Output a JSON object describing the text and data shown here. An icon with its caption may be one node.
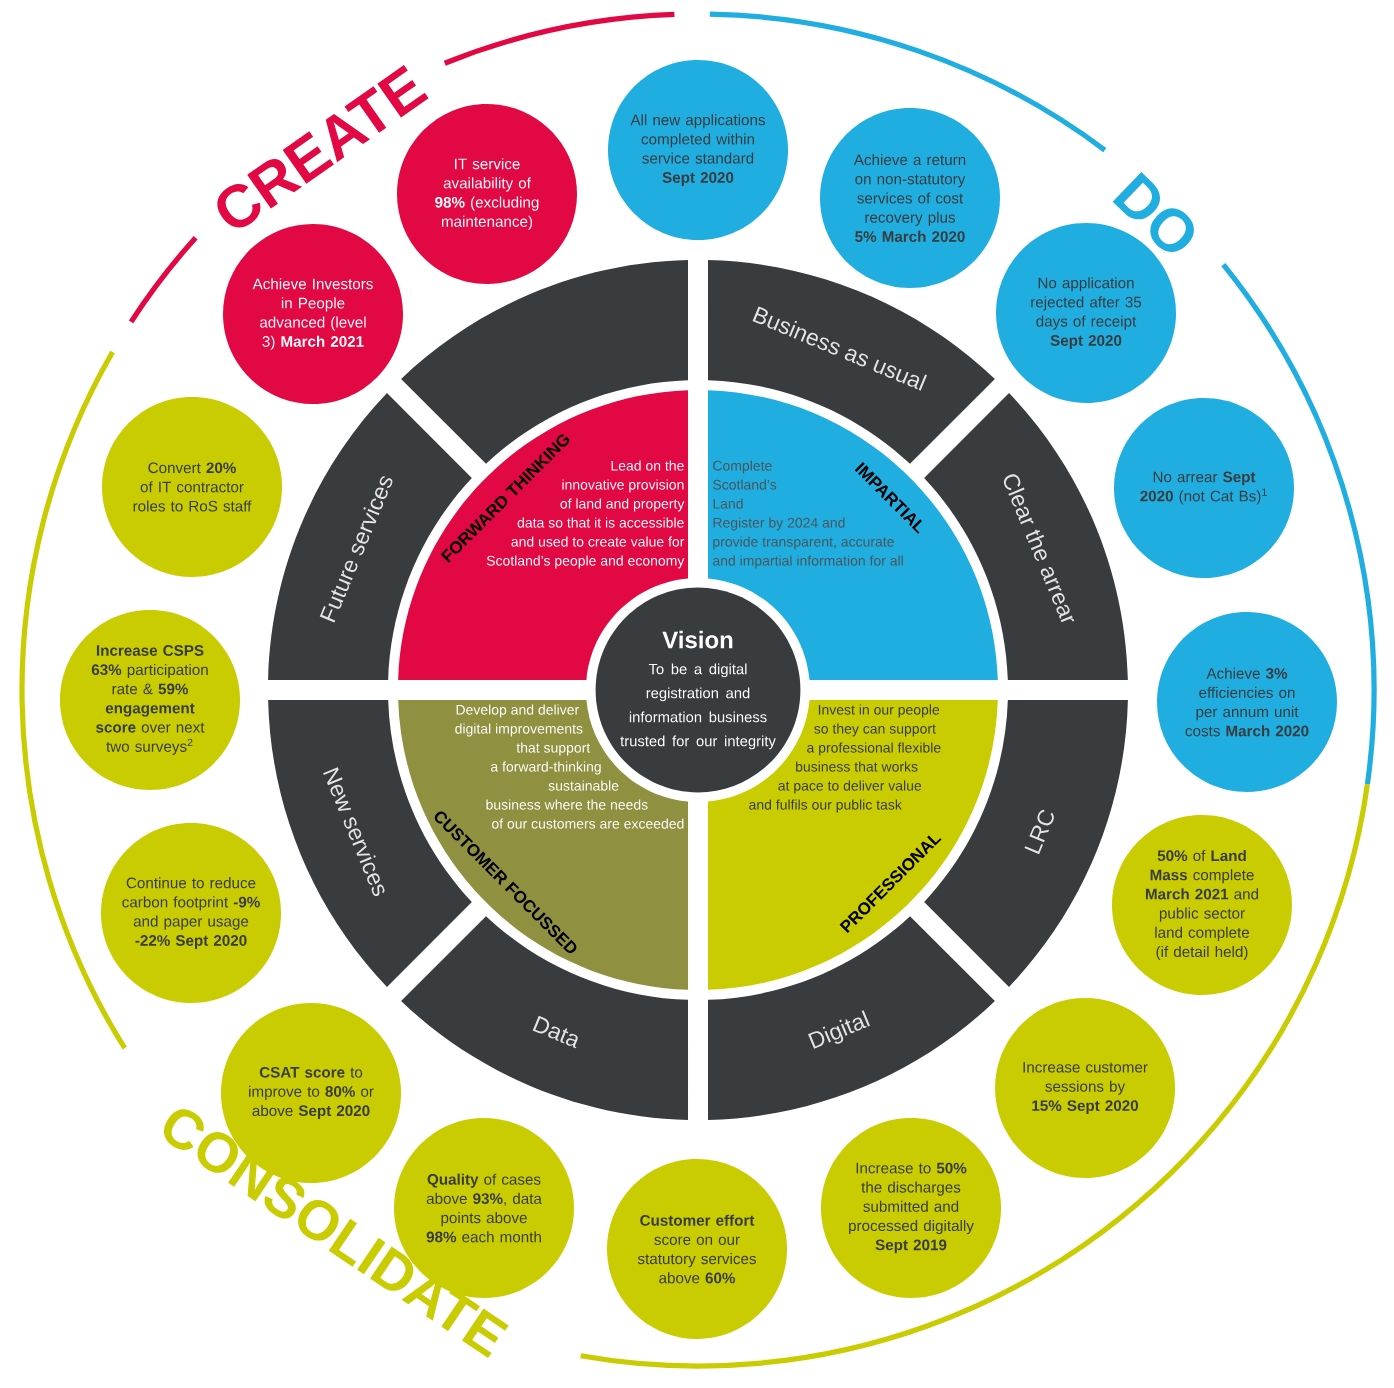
{
  "diagram": {
    "nodes": [
      {
        "text": [
          "Vision",
          "To be a digital registration and information business trusted for our integrity"
        ]
      },
      {
        "text": [
          "FORWARD THINKING",
          "Lead on the innovative provision of land and property data so that it is accessible and used to create value for Scotland’s people and economy"
        ]
      },
      {
        "text": [
          "IMPARTIAL",
          "Complete Scotland’s Land Register by 2024 and provide transparent, accurate and impartial information for all"
        ]
      },
      {
        "text": [
          "CUSTOMER FOCUSSED",
          "Develop and deliver digital improvements that support a forward-thinking sustainable business where the needs of our customers are exceeded"
        ]
      },
      {
        "text": [
          "PROFESSIONAL",
          "Invest in our people so they can support a professional flexible business that works at pace to deliver value and fulfils our public task"
        ]
      },
      {
        "text": [],
        "shape": "band"
      },
      {
        "text": [
          "Business as usual"
        ]
      },
      {
        "text": [
          "Clear the arrear"
        ]
      },
      {
        "text": [
          "LRC"
        ]
      },
      {
        "text": [
          "Digital"
        ]
      },
      {
        "text": [
          "Data"
        ]
      },
      {
        "text": [
          "New services"
        ]
      },
      {
        "text": [
          "Future services"
        ]
      },
      {
        "text": [
          "IT service availability of **98%** (excluding maintenance)"
        ]
      },
      {
        "text": [
          "Achieve Investors in People advanced (level 3) **March 2021**"
        ]
      },
      {
        "text": [
          "All new applications completed within service standard **Sept 2020**"
        ]
      },
      {
        "text": [
          "Achieve a return on non-statutory services of cost recovery plus **5% March 2020**"
        ]
      },
      {
        "text": [
          "No application rejected after 35 days of receipt **Sept 2020**"
        ]
      },
      {
        "text": [
          "No arrear **Sept 2020** (not Cat Bs)$^{1}$"
        ]
      },
      {
        "text": [
          "Achieve **3%** efficiencies on per annum unit costs **March 2020**"
        ]
      },
      {
        "text": [
          "**50%** of **Land Mass** complete **March 2021** and public sector land complete (if detail held)"
        ]
      },
      {
        "text": [
          "Increase customer sessions by **15% Sept 2020**"
        ]
      },
      {
        "text": [
          "Increase to **50%** the discharges submitted and processed digitally **Sept 2019**"
        ]
      },
      {
        "text": [
          "**Customer effort** score on our statutory services above **60%**"
        ]
      },
      {
        "text": [
          "**Quality** of cases above **93%**, data points above **98%** each month"
        ]
      },
      {
        "text": [
          "**CSAT score** to improve to **80%** or above **Sept 2020**"
        ]
      },
      {
        "text": [
          "Continue to reduce carbon footprint **-9%** and paper usage **-22% Sept 2020**"
        ]
      },
      {
        "text": [
          "**Increase CSPS 63%** participation rate & **59% engagement score** over next two surveys$^{2}$"
        ]
      },
      {
        "text": [
          "Convert **20%** of IT contractor roles to RoS staff"
        ]
      }
    ],
    "labels": [
      "CREATE",
      "DO",
      "CONSOLIDATE"
    ]
  }
}
